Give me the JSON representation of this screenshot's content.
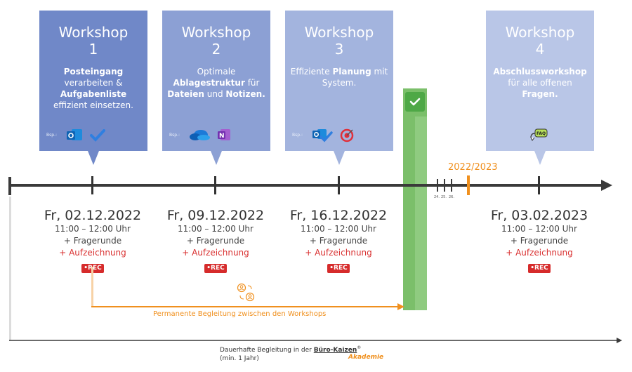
{
  "workshops": [
    {
      "title": "Workshop",
      "number": "1",
      "desc": [
        {
          "t": "Posteingang",
          "b": true
        },
        {
          "t": " verarbeiten & ",
          "b": false
        },
        {
          "t": "Aufgabenliste",
          "b": true
        },
        {
          "t": " effizient einsetzen.",
          "b": false
        }
      ],
      "bsp": "Bsp.:",
      "icons": [
        "outlook-icon",
        "todo-icon"
      ],
      "date": "Fr, 02.12.2022",
      "time": "11:00 – 12:00 Uhr",
      "q": "+ Fragerunde",
      "rec_text": "+ Aufzeichnung",
      "rec": "•REC"
    },
    {
      "title": "Workshop",
      "number": "2",
      "desc": [
        {
          "t": "Optimale ",
          "b": false
        },
        {
          "t": "Ablagestruktur",
          "b": true
        },
        {
          "t": " für ",
          "b": false
        },
        {
          "t": "Dateien",
          "b": true
        },
        {
          "t": " und ",
          "b": false
        },
        {
          "t": "Notizen.",
          "b": true
        }
      ],
      "bsp": "Bsp.:",
      "icons": [
        "onedrive-icon",
        "onenote-icon"
      ],
      "date": "Fr, 09.12.2022",
      "time": "11:00 – 12:00 Uhr",
      "q": "+ Fragerunde",
      "rec_text": "+ Aufzeichnung",
      "rec": "•REC"
    },
    {
      "title": "Workshop",
      "number": "3",
      "desc": [
        {
          "t": "Effiziente ",
          "b": false
        },
        {
          "t": "Planung",
          "b": true
        },
        {
          "t": " mit System.",
          "b": false
        }
      ],
      "bsp": "Bsp.:",
      "icons": [
        "outlook-todo-icon",
        "target-icon"
      ],
      "date": "Fr, 16.12.2022",
      "time": "11:00 – 12:00 Uhr",
      "q": "+ Fragerunde",
      "rec_text": "+ Aufzeichnung",
      "rec": "•REC"
    },
    {
      "title": "Workshop",
      "number": "4",
      "desc": [
        {
          "t": "Abschlussworkshop",
          "b": true
        },
        {
          "t": " für alle offenen ",
          "b": false
        },
        {
          "t": "Fragen.",
          "b": true
        }
      ],
      "bsp": "",
      "icons": [
        "faq-icon"
      ],
      "date": "Fr, 03.02.2023",
      "time": "11:00 – 12:00 Uhr",
      "q": "+ Fragerunde",
      "rec_text": "+ Aufzeichnung",
      "rec": "•REC"
    }
  ],
  "year_label": "2022/2023",
  "holiday_days": [
    "24.",
    "25.",
    "26."
  ],
  "faq_label": "FAQ",
  "permanent_label": "Permanente Begleitung zwischen den Workshops",
  "footer_line1": "Dauerhafte Begleitung in der",
  "footer_brand": "Büro-Kaizen",
  "footer_reg": "®",
  "footer_brand_sub": "Akademie",
  "footer_line2": "(min. 1 Jahr)",
  "colors": {
    "accent": "#f0901e",
    "rec": "#d62b2b",
    "green": "#7bbf6a",
    "axis": "#3a3a3a"
  }
}
